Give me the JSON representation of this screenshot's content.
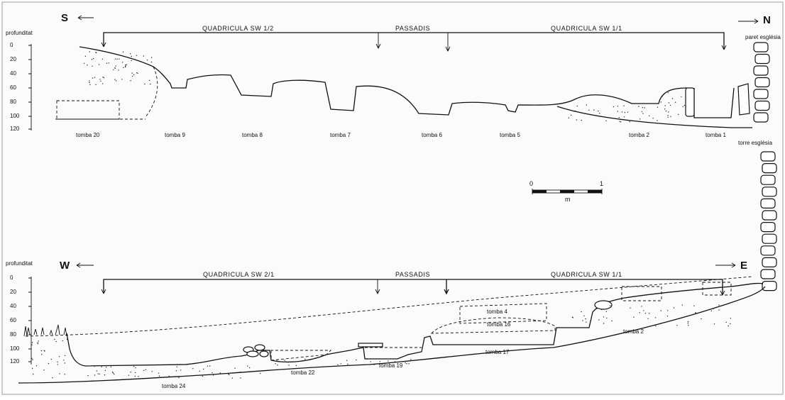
{
  "top_section": {
    "left_dir": "S",
    "right_dir": "N",
    "depth_label": "profunditat",
    "depth_ticks": [
      "0",
      "20",
      "40",
      "60",
      "80",
      "100",
      "120"
    ],
    "headers": [
      {
        "text": "QUADRICULA SW 1/2"
      },
      {
        "text": "PASSADIS"
      },
      {
        "text": "QUADRICULA SW 1/1"
      }
    ],
    "wall_label": "paret església",
    "tombs": [
      "tomba 20",
      "tomba 9",
      "tomba 8",
      "tomba 7",
      "tomba 6",
      "tomba 5",
      "tomba 2",
      "tomba 1"
    ]
  },
  "scale_bar": {
    "start": "0",
    "end": "1",
    "unit": "m"
  },
  "tower_label": "torre església",
  "bottom_section": {
    "left_dir": "W",
    "right_dir": "E",
    "depth_label": "profunditat",
    "depth_ticks": [
      "0",
      "20",
      "40",
      "60",
      "80",
      "100",
      "120"
    ],
    "headers": [
      {
        "text": "QUADRICULA SW 2/1"
      },
      {
        "text": "PASSADIS"
      },
      {
        "text": "QUADRICULA SW 1/1"
      }
    ],
    "tombs": [
      "tomba 4",
      "tomba 16",
      "tomba 2",
      "tomba 17",
      "tomba 19",
      "tomba 22",
      "tomba 24"
    ]
  }
}
